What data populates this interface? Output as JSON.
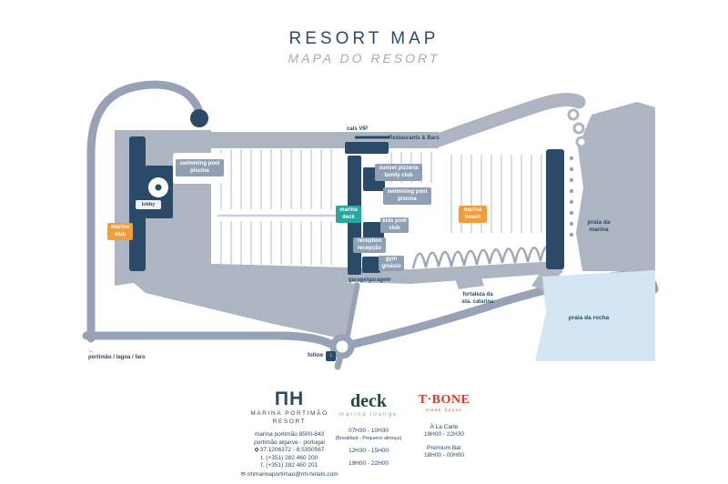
{
  "header": {
    "title": "RESORT MAP",
    "subtitle": "MAPA DO RESORT"
  },
  "map": {
    "labels": {
      "swimming_pool_west": "swimming pool\npiscina",
      "lobby": "lobby",
      "marina_club": "marina\nclub",
      "marina_deck": "marina\ndeck",
      "marina_beach": "marina\nbeach",
      "sunset_pizzeria": "sunset pizzeria\nfamily club",
      "swimming_pool_center": "swimming pool\npiscina",
      "kids_pool": "kids pool\nclub",
      "reception": "reception\nrecepção",
      "gym": "gym\nginásio",
      "cais_vip": "cais VIP",
      "restaurants_bars": "Restaurants & Bars",
      "garage": "garage/garagem",
      "praia_da_marina": "praia da\nmarina",
      "fortaleza": "fortaleza da\nsta. catarina",
      "praia_da_rocha": "praia da rocha",
      "directions": "portimão / lagoa / faro",
      "follow": "follow"
    }
  },
  "icons": {
    "west_arrow": "←",
    "down_arrow": "↓",
    "envelope": "✉"
  },
  "footer": {
    "nh": {
      "logo": "ΠH",
      "brand_line1": "MARINA PORTIMÃO",
      "brand_line2": "RESORT",
      "address1": "marina portimão 8500-843",
      "address2": "portimão algarve - portugal",
      "gps": "37.1206372 - 8.5350567",
      "phone": "t. (+351) 282 460 200",
      "fax": "f. (+351) 282 460 201",
      "email": "nhmarinaportimao@nh-hotels.com"
    },
    "deck": {
      "logo": "deck",
      "tagline": "marina lounge",
      "hours_breakfast": "07H30 - 10H30",
      "breakfast_note": "(Breakfast - Pequeno almoço)",
      "hours_lunch": "12H30 - 15H00",
      "hours_dinner": "19H00 - 22H00"
    },
    "tbone": {
      "logo": "T·BONE",
      "tagline": "steak house",
      "service1": "À La Carte",
      "service1_hours": "19H00 - 22H30",
      "service2": "Premium Bar",
      "service2_hours": "18H00 - 00H00"
    }
  },
  "colors": {
    "navy": "#2b4a67",
    "slate": "#8fa0b4",
    "orange": "#f09d3c",
    "teal": "#2aa6a0",
    "land": "#adb5c3",
    "road": "#98a1b5",
    "pier": "#c6cedb",
    "sea": "#d3e6f2",
    "deck_green": "#1e4a38",
    "deck_teal": "#7cb4a6",
    "tbone_red": "#d6382c"
  }
}
